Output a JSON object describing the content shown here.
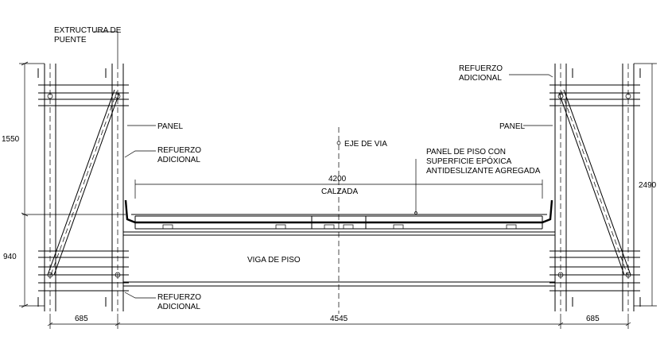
{
  "labels": {
    "extructura_1": "EXTRUCTURA DE",
    "extructura_2": "PUENTE",
    "refuerzo_tr_1": "REFUERZO",
    "refuerzo_tr_2": "ADICIONAL",
    "panel_left": "PANEL",
    "panel_right": "PANEL",
    "refuerzo_ml_1": "REFUERZO",
    "refuerzo_ml_2": "ADICIONAL",
    "eje_via": "EJE DE VIA",
    "panel_piso_1": "PANEL DE PISO CON",
    "panel_piso_2": "SUPERFICIE EPÓXICA",
    "panel_piso_3": "ANTIDESLIZANTE AGREGADA",
    "calzada": "CALZADA",
    "viga_piso": "VIGA DE PISO",
    "refuerzo_bl_1": "REFUERZO",
    "refuerzo_bl_2": "ADICIONAL"
  },
  "dimensions": {
    "d1550": "1550",
    "d940": "940",
    "d2490": "2490",
    "d4200": "4200",
    "d685_left": "685",
    "d4545": "4545",
    "d685_right": "685"
  }
}
